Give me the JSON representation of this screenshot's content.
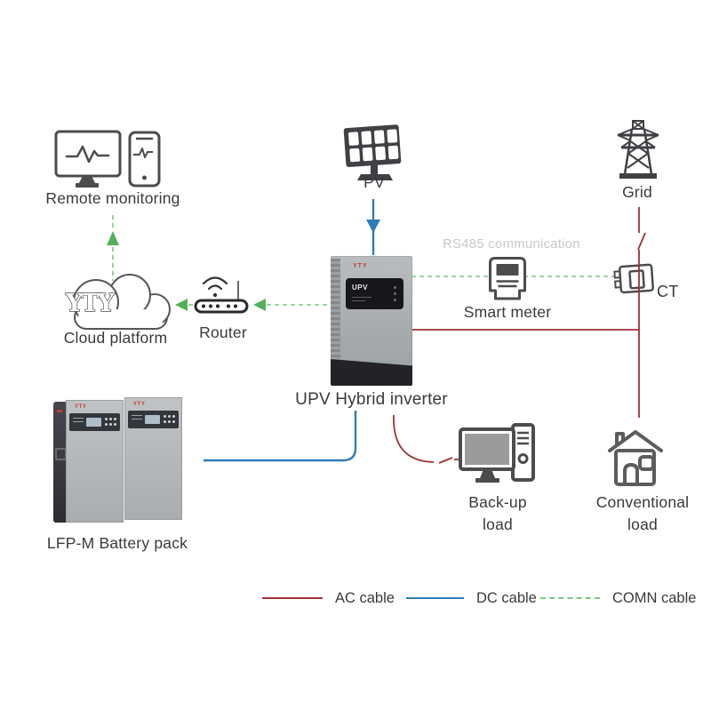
{
  "colors": {
    "ac_cable": "#9c3134",
    "dc_cable": "#2e7cb8",
    "comn_cable": "#7cc680",
    "comn_arrow": "#55b05b",
    "icon_outline": "#4c4c4e",
    "icon_fill": "#3f4144",
    "label_text": "#3a3a3c",
    "muted_text": "#c9c9c9",
    "logo_red": "#c23b33"
  },
  "nodes": {
    "remote_monitoring": {
      "label": "Remote monitoring"
    },
    "cloud": {
      "label": "Cloud platform",
      "logo": "YTY"
    },
    "router": {
      "label": "Router"
    },
    "pv": {
      "label": "PV"
    },
    "grid": {
      "label": "Grid"
    },
    "smart_meter": {
      "label": "Smart meter"
    },
    "ct": {
      "label": "CT"
    },
    "inverter": {
      "label": "UPV Hybrid inverter",
      "logo": "YTY",
      "display": "UPV"
    },
    "battery": {
      "label": "LFP-M Battery pack",
      "logo": "YTY"
    },
    "backup_load": {
      "line1": "Back-up",
      "line2": "load"
    },
    "conventional_load": {
      "line1": "Conventional",
      "line2": "load"
    }
  },
  "annotations": {
    "rs485": "RS485 communication"
  },
  "legend": {
    "items": [
      {
        "label": "AC cable"
      },
      {
        "label": "DC cable"
      },
      {
        "label": "COMN cable"
      }
    ]
  }
}
